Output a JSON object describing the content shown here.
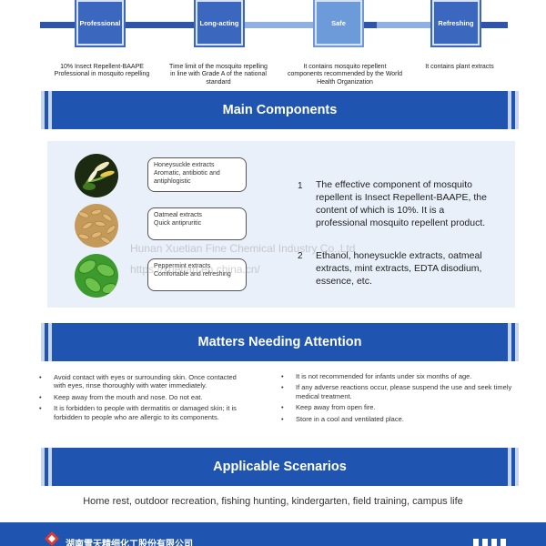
{
  "features": [
    {
      "label": "Professional",
      "description": "10% Insect Repellent-BAAPE Professional in mosquito repelling"
    },
    {
      "label": "Long-acting",
      "description": "Time limit of the mosquito repelling in line with Grade A of the national standard"
    },
    {
      "label": "Safe",
      "description": "It contains mosquito repellent components recommended by the World Health Organization"
    },
    {
      "label": "Refreshing",
      "description": "It contains plant extracts"
    }
  ],
  "main_components": {
    "title": "Main Components",
    "ingredients": [
      {
        "name": "Honeysuckle extracts",
        "effect": "Aromatic, antibiotic and antiphlogistic"
      },
      {
        "name": "Oatmeal extracts",
        "effect": "Quick antipruritic"
      },
      {
        "name": "Peppermint extracts",
        "effect": "Comfortable and refreshing"
      }
    ],
    "points": [
      {
        "num": "1",
        "text": "The effective component of mosquito repellent is Insect Repellent-BAAPE, the content of which is 10%. It is a professional mosquito repellent product."
      },
      {
        "num": "2",
        "text": "Ethanol, honeysuckle extracts, oatmeal extracts, mint extracts, EDTA disodium, essence, etc."
      }
    ]
  },
  "watermark": {
    "line1": "Hunan Xuetian Fine Chemical Industry Co.,Ltd",
    "line2": "https://xuetian.en.china.cn/"
  },
  "attention": {
    "title": "Matters Needing Attention",
    "left": [
      "Avoid contact with eyes or surrounding skin. Once contacted with eyes, rinse thoroughly with water immediately.",
      "Keep away from the mouth and nose. Do not eat.",
      "It is forbidden to people with dermatitis or damaged skin; it is forbidden to people who are allergic to its components."
    ],
    "right": [
      "It is not recommended for infants under six months of age.",
      "If any adverse reactions occur, please suspend the use and seek timely medical treatment.",
      "Keep away from open fire.",
      "Store in a cool and ventilated place."
    ]
  },
  "scenarios": {
    "title": "Applicable Scenarios",
    "text": "Home rest, outdoor recreation, fishing hunting, kindergarten, field training, campus life"
  },
  "footer": {
    "company": "湖南雪天精细化工股份有限公司"
  },
  "colors": {
    "brand_blue": "#1f55b0",
    "accent_blue": "#3b67bf",
    "light_blue": "#6d9ad8",
    "panel_bg": "#eaf0fa"
  }
}
